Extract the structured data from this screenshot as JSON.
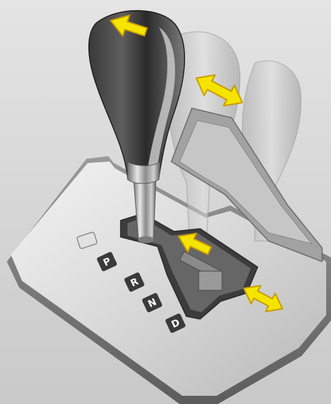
{
  "gear_positions": [
    {
      "label": "P"
    },
    {
      "label": "R"
    },
    {
      "label": "N"
    },
    {
      "label": "D"
    }
  ],
  "arrow_color": "#f5e400",
  "arrow_outline_color": "#c89b00",
  "icons": [
    "shift-knob-icon",
    "shift-lever-icon",
    "gate-plate-icon",
    "direction-arrow-icon",
    "shift-lock-button-icon"
  ]
}
